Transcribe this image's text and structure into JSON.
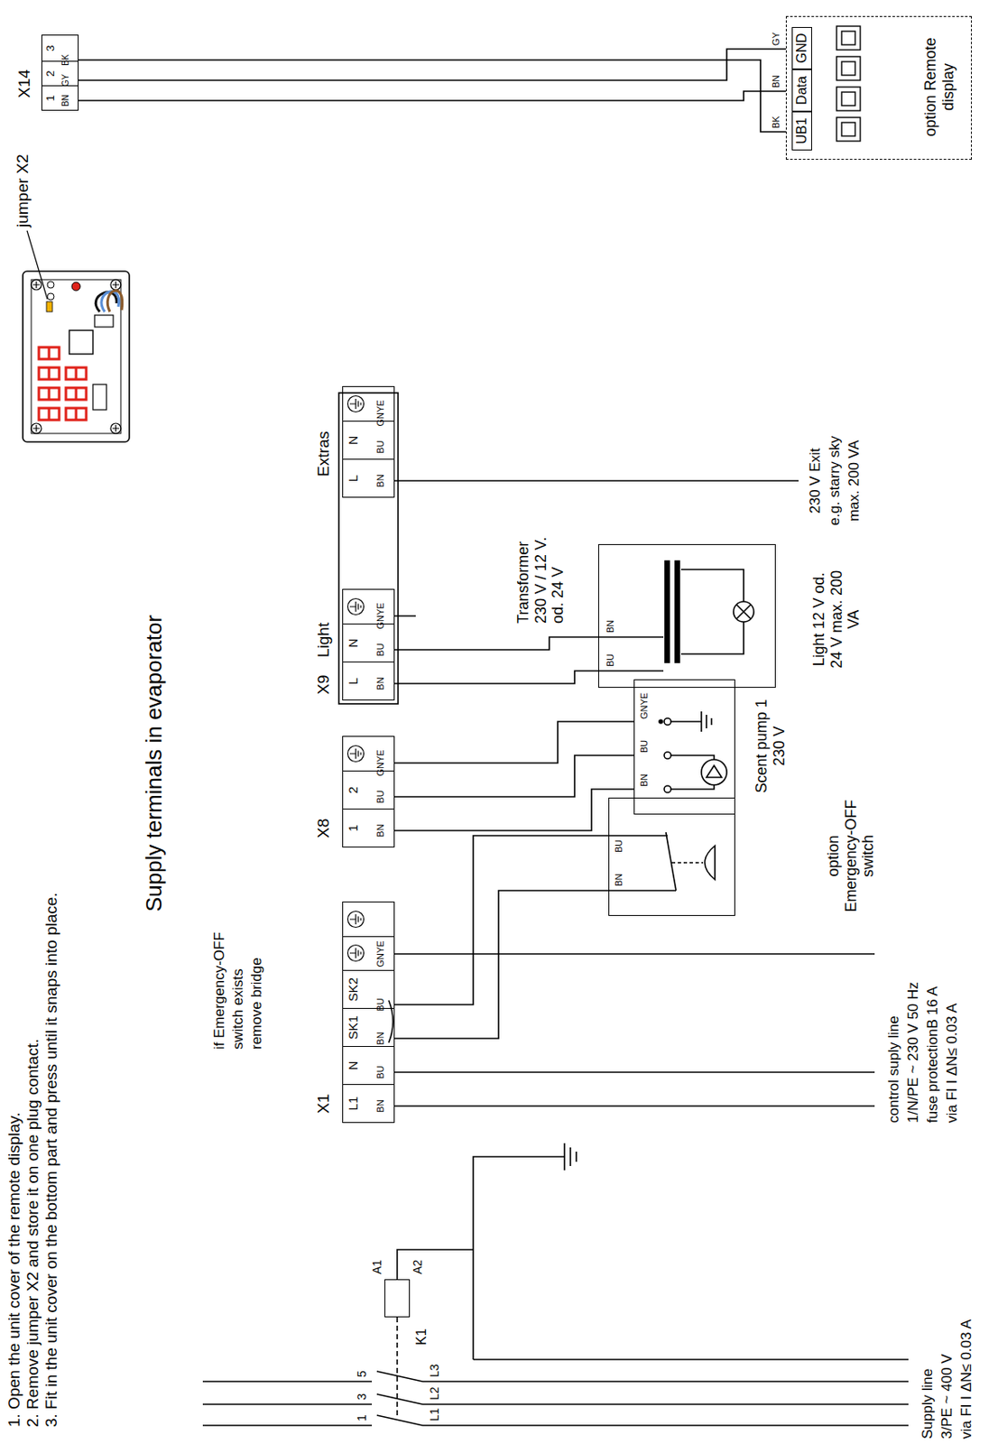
{
  "diagram": {
    "nodes": [
      {
        "text": [
          "X1",
          "L1",
          "N",
          "SK1",
          "SK2"
        ]
      },
      {
        "text": [
          "X8",
          "1",
          "2"
        ]
      },
      {
        "text": [
          "X9",
          "Light",
          "L",
          "N"
        ]
      },
      {
        "text": [
          "Extras",
          "L",
          "N"
        ]
      },
      {
        "text": [
          "X14",
          "1",
          "2",
          "3"
        ]
      },
      {
        "text": [
          "option Emergency-OFF switch"
        ]
      },
      {
        "text": [
          "Scent pump 1 230 V"
        ]
      },
      {
        "text": [
          "Transformer 230 V / 12 V. od. 24 V",
          "Light 12 V od. 24 V max. 200 VA"
        ]
      },
      {
        "text": [
          "UB1",
          "Data",
          "GND",
          "option Remote display"
        ]
      },
      {
        "text": [
          "A1",
          "A2",
          "K1"
        ]
      }
    ],
    "edges": [
      {
        "from": 0,
        "to": 5,
        "arrow": "none"
      },
      {
        "from": 1,
        "to": 6,
        "arrow": "none"
      },
      {
        "from": 2,
        "to": 7,
        "arrow": "none"
      },
      {
        "from": 4,
        "to": 8,
        "arrow": "none"
      }
    ],
    "labels": [
      "1. Open the unit cover of the remote display.",
      "2. Remove jumper X2 and store it on one plug contact.",
      "3. Fit in the unit cover on the bottom part and press until it snaps into place.",
      "Supply terminals in evaporator",
      "if Emergency-OFF",
      "switch exists",
      "remove bridge",
      "jumper X2",
      "1",
      "3",
      "5",
      "L1",
      "L2",
      "L3",
      "Supply line",
      "3/PE ~ 400 V",
      "via FI I ΔN≤ 0.03 A",
      "control suply line",
      "1/N/PE ~ 230 V 50 Hz",
      "fuse protectionB 16 A",
      "via FI I ΔN≤ 0.03 A",
      "230 V Exit",
      "e.g. starry sky",
      "max. 200 VA",
      "BN",
      "BU",
      "BN",
      "BU",
      "GNYE",
      "BN",
      "BU",
      "BN",
      "BU",
      "GNYE",
      "BN",
      "BU",
      "GNYE",
      "BN",
      "BU",
      "GNYE",
      "BU",
      "BN",
      "BN",
      "BU",
      "GNYE",
      "BN",
      "GY",
      "BK",
      "BK",
      "BN",
      "GY"
    ]
  }
}
